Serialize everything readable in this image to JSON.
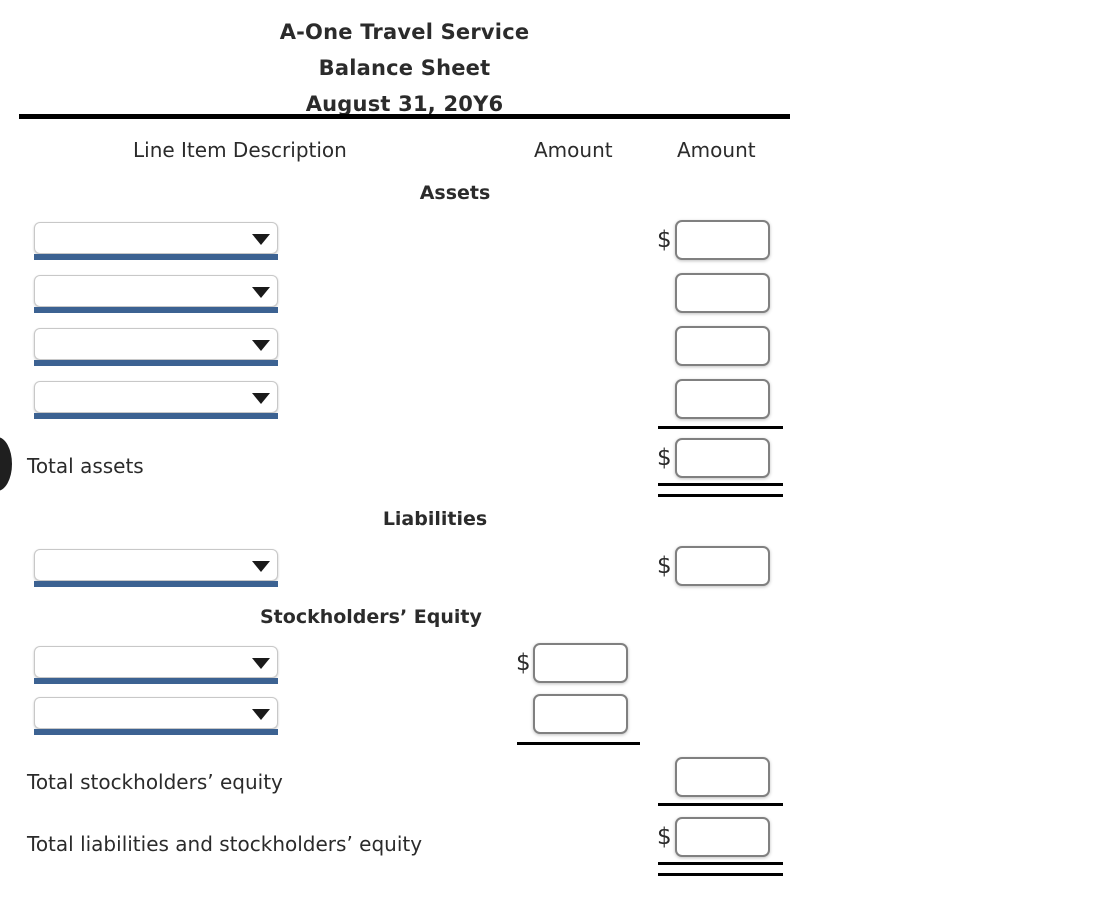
{
  "report": {
    "company": "A-One Travel Service",
    "statement": "Balance Sheet",
    "date": "August 31, 20Y6"
  },
  "columns": {
    "description": "Line Item Description",
    "amount_1": "Amount",
    "amount_2": "Amount"
  },
  "sections": {
    "assets": "Assets",
    "liabilities": "Liabilities",
    "stockholders_equity": "Stockholders’ Equity"
  },
  "labels": {
    "total_assets": "Total assets",
    "total_stockholders_equity": "Total stockholders’ equity",
    "total_liabilities_and_stockholders_equity": "Total liabilities and stockholders’ equity"
  },
  "currency_symbol": "$",
  "colors": {
    "select_underline": "#3c6292",
    "rule": "#000000",
    "text": "#2b2b2b",
    "input_border": "#808080",
    "select_border": "#c8c8c8"
  },
  "asset_rows": [
    {
      "select_value": "",
      "amount_value": "",
      "has_dollar": true
    },
    {
      "select_value": "",
      "amount_value": "",
      "has_dollar": false
    },
    {
      "select_value": "",
      "amount_value": "",
      "has_dollar": false
    },
    {
      "select_value": "",
      "amount_value": "",
      "has_dollar": false
    }
  ],
  "total_assets_row": {
    "amount_value": "",
    "has_dollar": true
  },
  "liability_rows": [
    {
      "select_value": "",
      "amount_value": "",
      "has_dollar": true
    }
  ],
  "equity_rows": [
    {
      "select_value": "",
      "amount_value": "",
      "has_dollar": true
    },
    {
      "select_value": "",
      "amount_value": "",
      "has_dollar": false
    }
  ],
  "total_equity_row": {
    "amount_value": "",
    "has_dollar": false
  },
  "total_liab_equity_row": {
    "amount_value": "",
    "has_dollar": true
  },
  "icons": {
    "dropdown_arrow": "chevron-down-icon",
    "edge_marker": "clipped-circle-marker"
  }
}
